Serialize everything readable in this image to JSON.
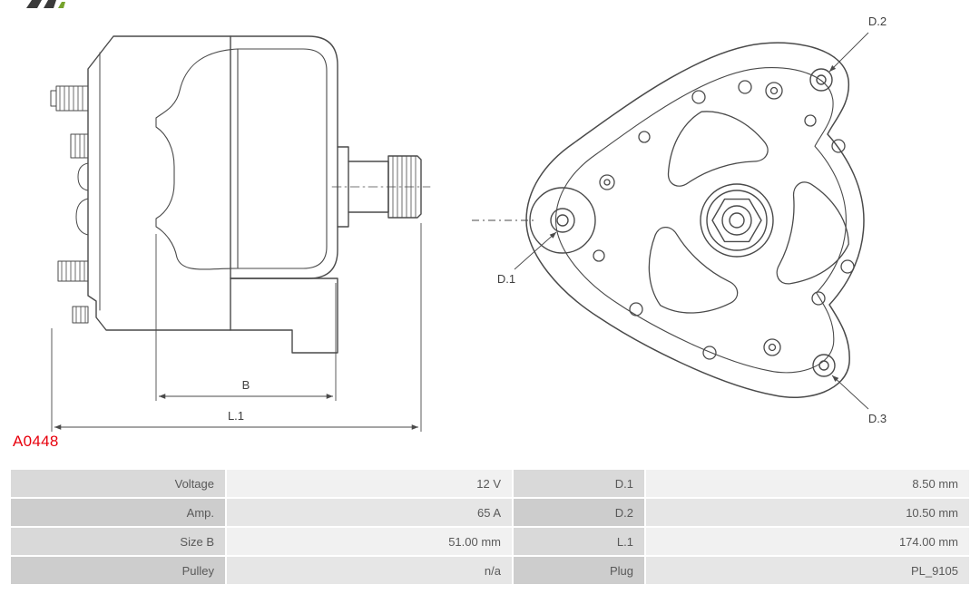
{
  "part_number": "A0448",
  "colors": {
    "part_number": "#e8000d",
    "drawing_line": "#4a4a4a",
    "table_text": "#595959",
    "table_label_bg": "#d9d9d9",
    "table_value_bg": "#f1f1f1",
    "table_label_bg_alt": "#cdcdcd",
    "table_value_bg_alt": "#e6e6e6",
    "logo_green": "#76a32c"
  },
  "diagram_labels": {
    "b": "B",
    "l1": "L.1",
    "d1": "D.1",
    "d2": "D.2",
    "d3": "D.3"
  },
  "spec_table": {
    "rows": [
      [
        "Voltage",
        "12 V",
        "D.1",
        "8.50 mm"
      ],
      [
        "Amp.",
        "65 A",
        "D.2",
        "10.50 mm"
      ],
      [
        "Size B",
        "51.00 mm",
        "L.1",
        "174.00 mm"
      ],
      [
        "Pulley",
        "n/a",
        "Plug",
        "PL_9105"
      ]
    ]
  }
}
